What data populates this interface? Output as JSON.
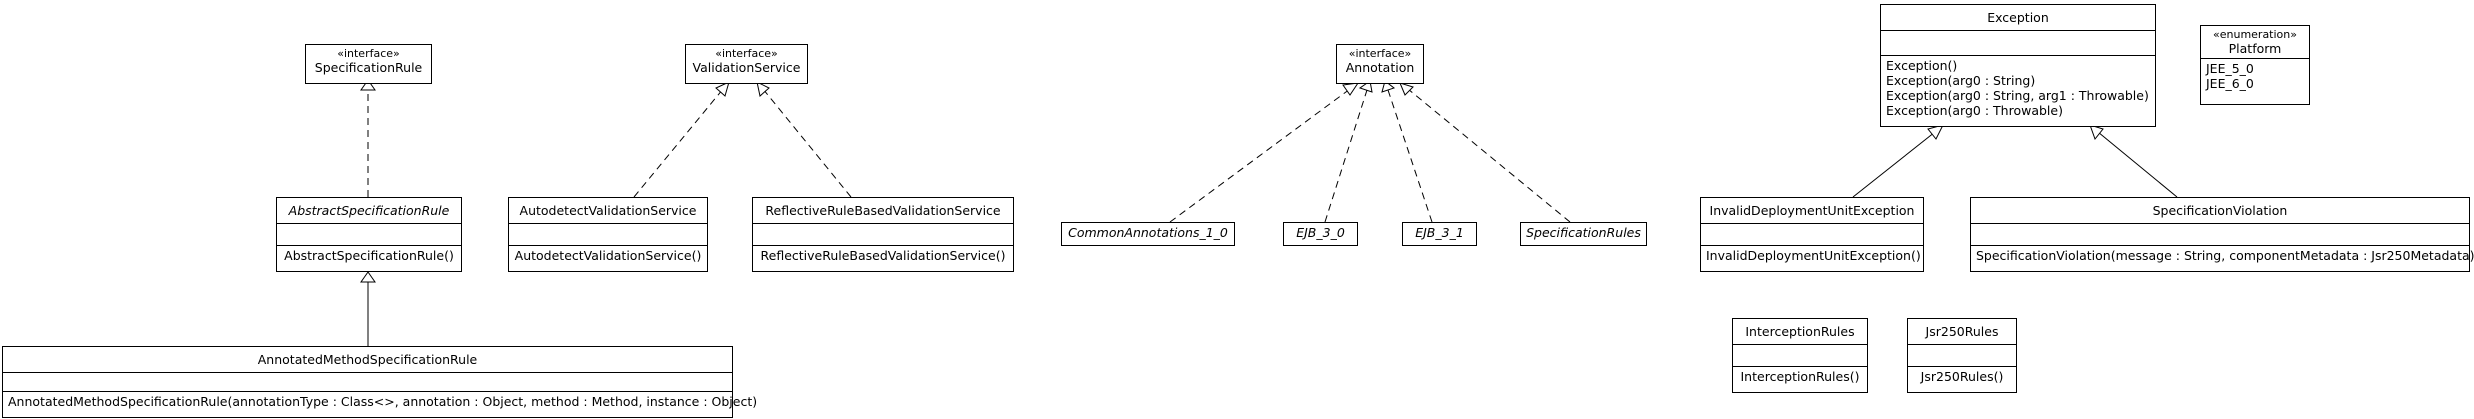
{
  "classes": {
    "specification_rule": {
      "stereotype": "«interface»",
      "name": "SpecificationRule"
    },
    "validation_service": {
      "stereotype": "«interface»",
      "name": "ValidationService"
    },
    "annotation": {
      "stereotype": "«interface»",
      "name": "Annotation"
    },
    "exception": {
      "name": "Exception",
      "operations": [
        "Exception()",
        "Exception(arg0 : String)",
        "Exception(arg0 : String, arg1 : Throwable)",
        "Exception(arg0 : Throwable)"
      ]
    },
    "platform": {
      "stereotype": "«enumeration»",
      "name": "Platform",
      "literals": [
        "JEE_5_0",
        "JEE_6_0"
      ]
    },
    "abstract_specification_rule": {
      "name": "AbstractSpecificationRule",
      "operations": [
        "AbstractSpecificationRule()"
      ]
    },
    "autodetect_validation_service": {
      "name": "AutodetectValidationService",
      "operations": [
        "AutodetectValidationService()"
      ]
    },
    "reflective_rule_based_validation_service": {
      "name": "ReflectiveRuleBasedValidationService",
      "operations": [
        "ReflectiveRuleBasedValidationService()"
      ]
    },
    "common_annotations_1_0": {
      "name": "CommonAnnotations_1_0"
    },
    "ejb_3_0": {
      "name": "EJB_3_0"
    },
    "ejb_3_1": {
      "name": "EJB_3_1"
    },
    "specification_rules": {
      "name": "SpecificationRules"
    },
    "invalid_deployment_unit_exception": {
      "name": "InvalidDeploymentUnitException",
      "operations": [
        "InvalidDeploymentUnitException()"
      ]
    },
    "specification_violation": {
      "name": "SpecificationViolation",
      "operations": [
        "SpecificationViolation(message : String, componentMetadata : Jsr250Metadata)"
      ]
    },
    "annotated_method_specification_rule": {
      "name": "AnnotatedMethodSpecificationRule",
      "operations": [
        "AnnotatedMethodSpecificationRule(annotationType : Class<>, annotation : Object, method : Method, instance : Object)"
      ]
    },
    "interception_rules": {
      "name": "InterceptionRules",
      "operations": [
        "InterceptionRules()"
      ]
    },
    "jsr250_rules": {
      "name": "Jsr250Rules",
      "operations": [
        "Jsr250Rules()"
      ]
    }
  }
}
